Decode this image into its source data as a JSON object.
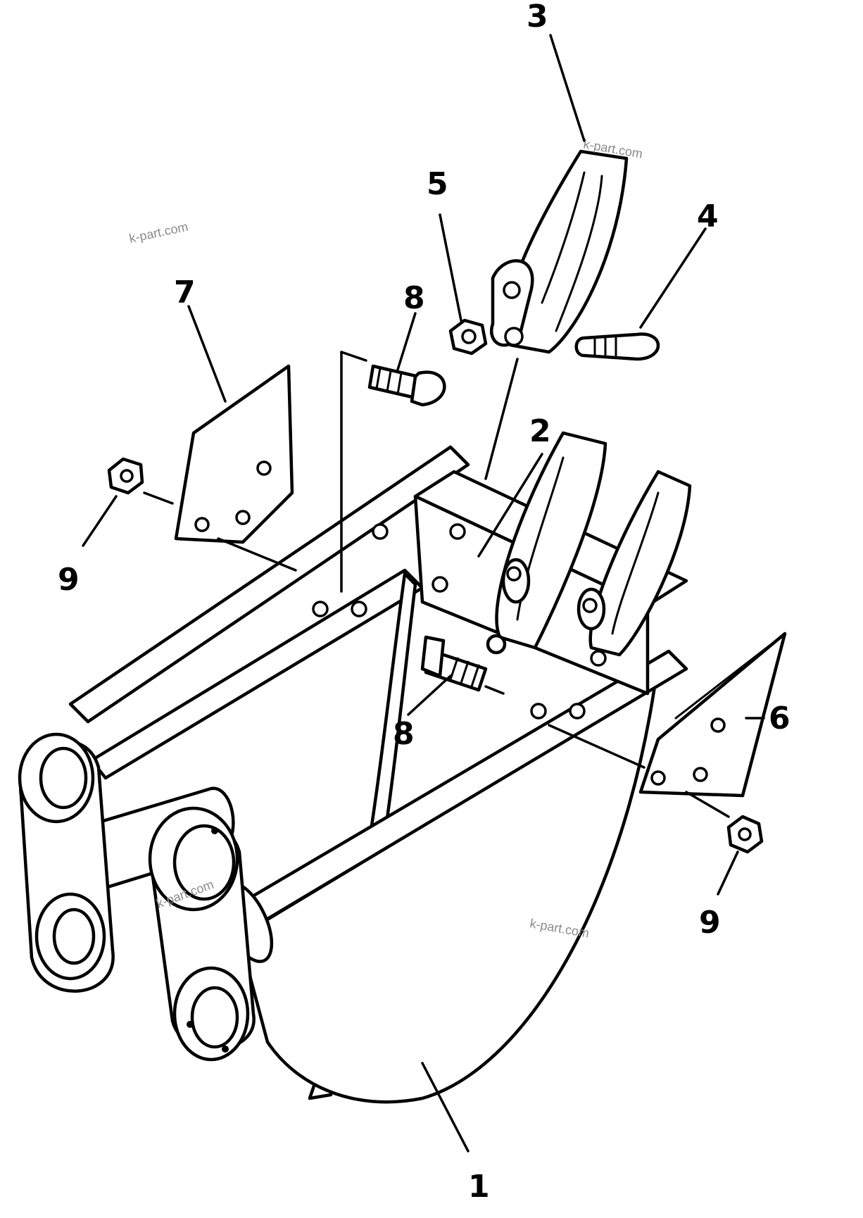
{
  "callouts": {
    "c1": "1",
    "c2": "2",
    "c3": "3",
    "c4": "4",
    "c5": "5",
    "c6": "6",
    "c7": "7",
    "c8a": "8",
    "c8b": "8",
    "c9a": "9",
    "c9b": "9"
  },
  "watermarks": {
    "w1": "k-part.com",
    "w2": "k-part.com",
    "w3": "k-part.com",
    "w4": "k-part.com"
  },
  "colors": {
    "line": "#000000",
    "background": "#ffffff",
    "watermark": "#8a8a8a"
  }
}
